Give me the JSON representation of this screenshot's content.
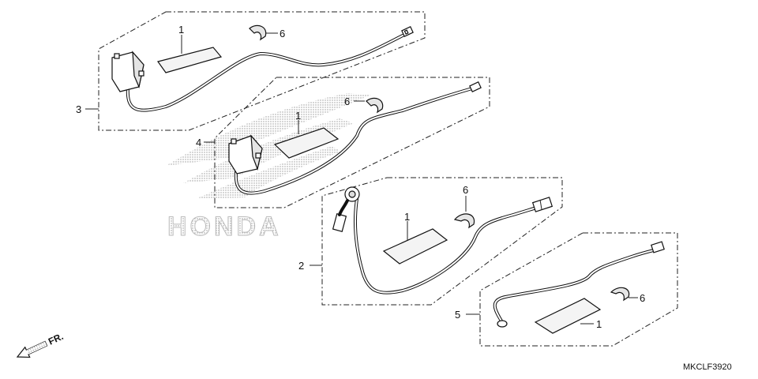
{
  "diagram": {
    "code": "MKCLF3920",
    "direction_label": "FR.",
    "watermark": "HONDA",
    "callouts": {
      "c1a": "1",
      "c1b": "1",
      "c1c": "1",
      "c1d": "1",
      "c2": "2",
      "c3": "3",
      "c4": "4",
      "c5": "5",
      "c6a": "6",
      "c6b": "6",
      "c6c": "6",
      "c6d": "6"
    }
  }
}
